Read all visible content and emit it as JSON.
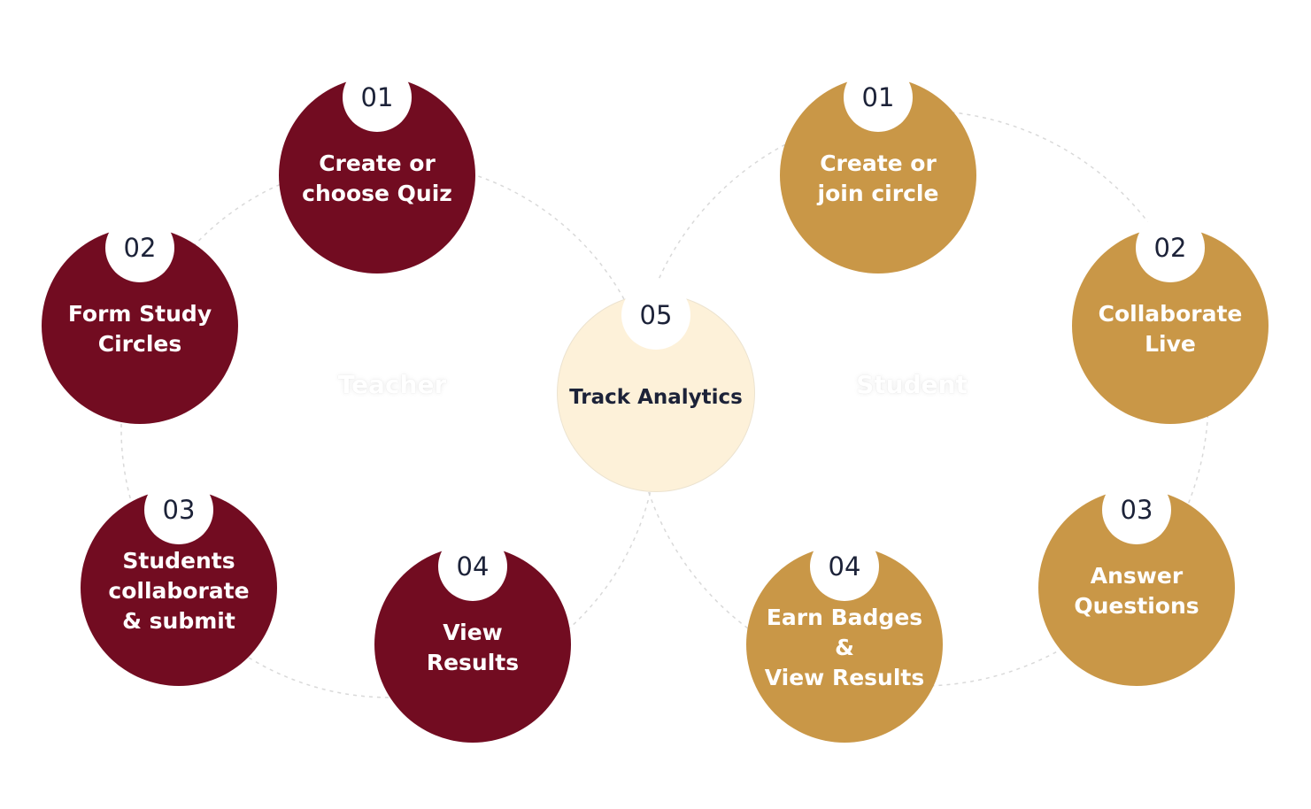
{
  "diagram": {
    "colors": {
      "teacher": "#720c21",
      "student": "#c99747",
      "center": "#fdf1d9",
      "badge": "#ffffff",
      "number_text": "#1c2238",
      "ring": "#d9d9d9"
    },
    "teacher": {
      "label": "Teacher",
      "steps": [
        {
          "number": "01",
          "label": "Create or\nchoose Quiz"
        },
        {
          "number": "02",
          "label": "Form Study\nCircles"
        },
        {
          "number": "03",
          "label": "Students\ncollaborate\n& submit"
        },
        {
          "number": "04",
          "label": "View\nResults"
        }
      ]
    },
    "center": {
      "number": "05",
      "label": "Track Analytics"
    },
    "student": {
      "label": "Student",
      "steps": [
        {
          "number": "01",
          "label": "Create or\njoin circle"
        },
        {
          "number": "02",
          "label": "Collaborate\nLive"
        },
        {
          "number": "03",
          "label": "Answer\nQuestions"
        },
        {
          "number": "04",
          "label": "Earn Badges &\nView Results"
        }
      ]
    }
  }
}
